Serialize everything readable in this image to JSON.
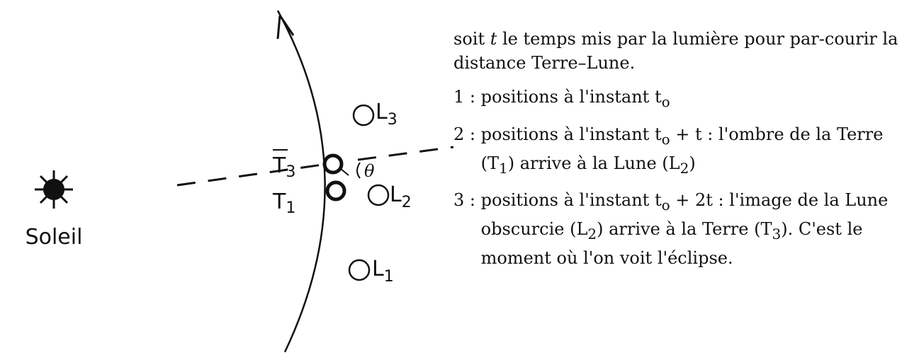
{
  "diagram": {
    "sun_label": "Soleil",
    "earth_labels": {
      "T3": "T",
      "T3_sub": "3",
      "T1": "T",
      "T1_sub": "1"
    },
    "moon_labels": {
      "L3": "L",
      "L3_sub": "3",
      "L2": "L",
      "L2_sub": "2",
      "L1": "L",
      "L1_sub": "1"
    },
    "angle_label": "θ"
  },
  "text": {
    "intro_1": "soit ",
    "intro_t": "t",
    "intro_2": " le temps mis par la lumière pour par-courir la distance Terre–Lune.",
    "item1_num": "1 : ",
    "item1": "positions à l'instant t",
    "item1_sub": "o",
    "item2_num": "2 : ",
    "item2": "positions à l'instant t",
    "item2_sub": "o",
    "item2_rest": " + t : l'ombre de la Terre (T",
    "item2_rest_sub": "1",
    "item2_rest2": ") arrive à la Lune (L",
    "item2_rest2_sub": "2",
    "item2_end": ")",
    "item3_num": "3 : ",
    "item3": "positions à l'instant t",
    "item3_sub": "o",
    "item3_rest": " + 2t : l'image de la Lune obscurcie (L",
    "item3_rest_sub": "2",
    "item3_rest2": ") arrive à la Terre (T",
    "item3_rest2_sub": "3",
    "item3_end": "). C'est le moment où l'on voit l'éclipse."
  }
}
